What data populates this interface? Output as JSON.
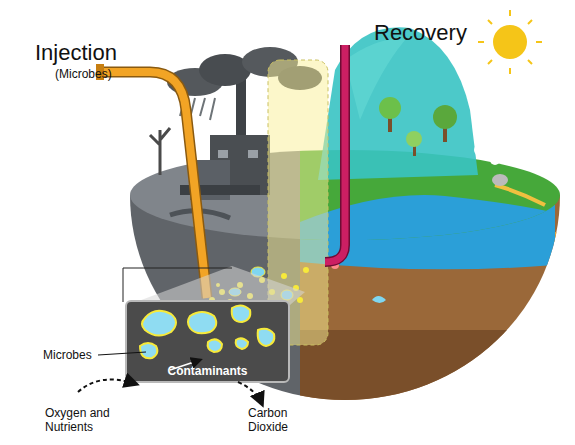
{
  "diagram": {
    "nodes": [
      {
        "text": [
          "Contaminants"
        ]
      }
    ],
    "labels": [
      "Injection",
      "(Microbes)",
      "Recovery",
      "Microbes",
      "Oxygen and Nutrients",
      "Carbon Dioxide"
    ]
  }
}
